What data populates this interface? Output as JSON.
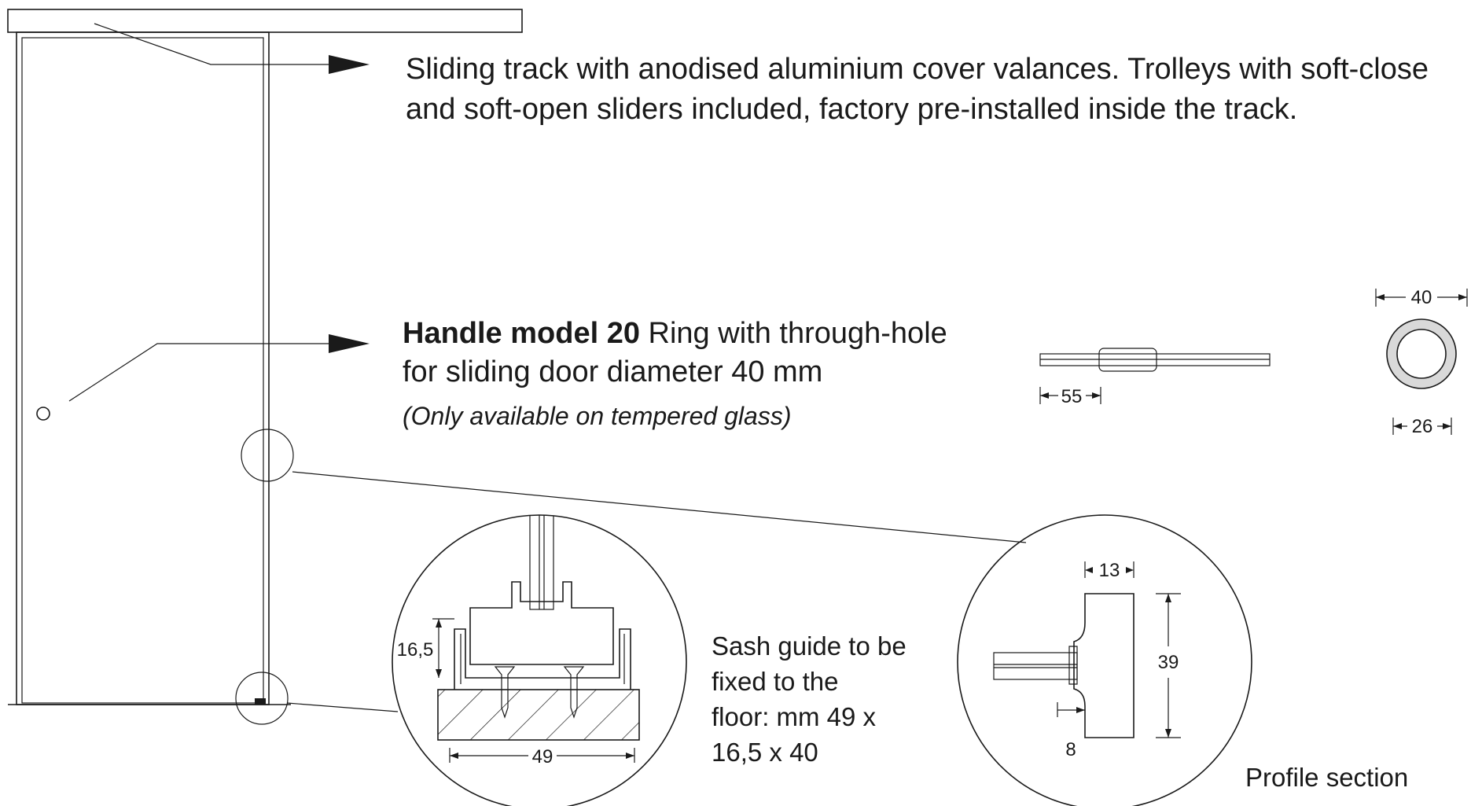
{
  "track": {
    "description_line1": "Sliding track with anodised aluminium cover valances. Trolleys with soft-close",
    "description_line2": "and soft-open sliders included, factory pre-installed inside the track."
  },
  "handle": {
    "model": "Handle model 20",
    "desc_line1": " Ring with through-hole",
    "desc_line2": "for sliding door diameter 40 mm",
    "note": "(Only available on tempered glass)",
    "dim_side": "55",
    "dim_outer": "40",
    "dim_inner": "26"
  },
  "sash_guide": {
    "dim_height": "16,5",
    "dim_width": "49",
    "desc_line1": "Sash guide to be",
    "desc_line2": "fixed to the",
    "desc_line3": "floor: mm 49 x",
    "desc_line4": "16,5 x 40"
  },
  "profile": {
    "dim_top": "13",
    "dim_height": "39",
    "dim_bottom": "8",
    "label": "Profile section"
  },
  "colors": {
    "line": "#1a1a1a",
    "handle_ring": "#d9d9d9",
    "background": "#ffffff"
  }
}
